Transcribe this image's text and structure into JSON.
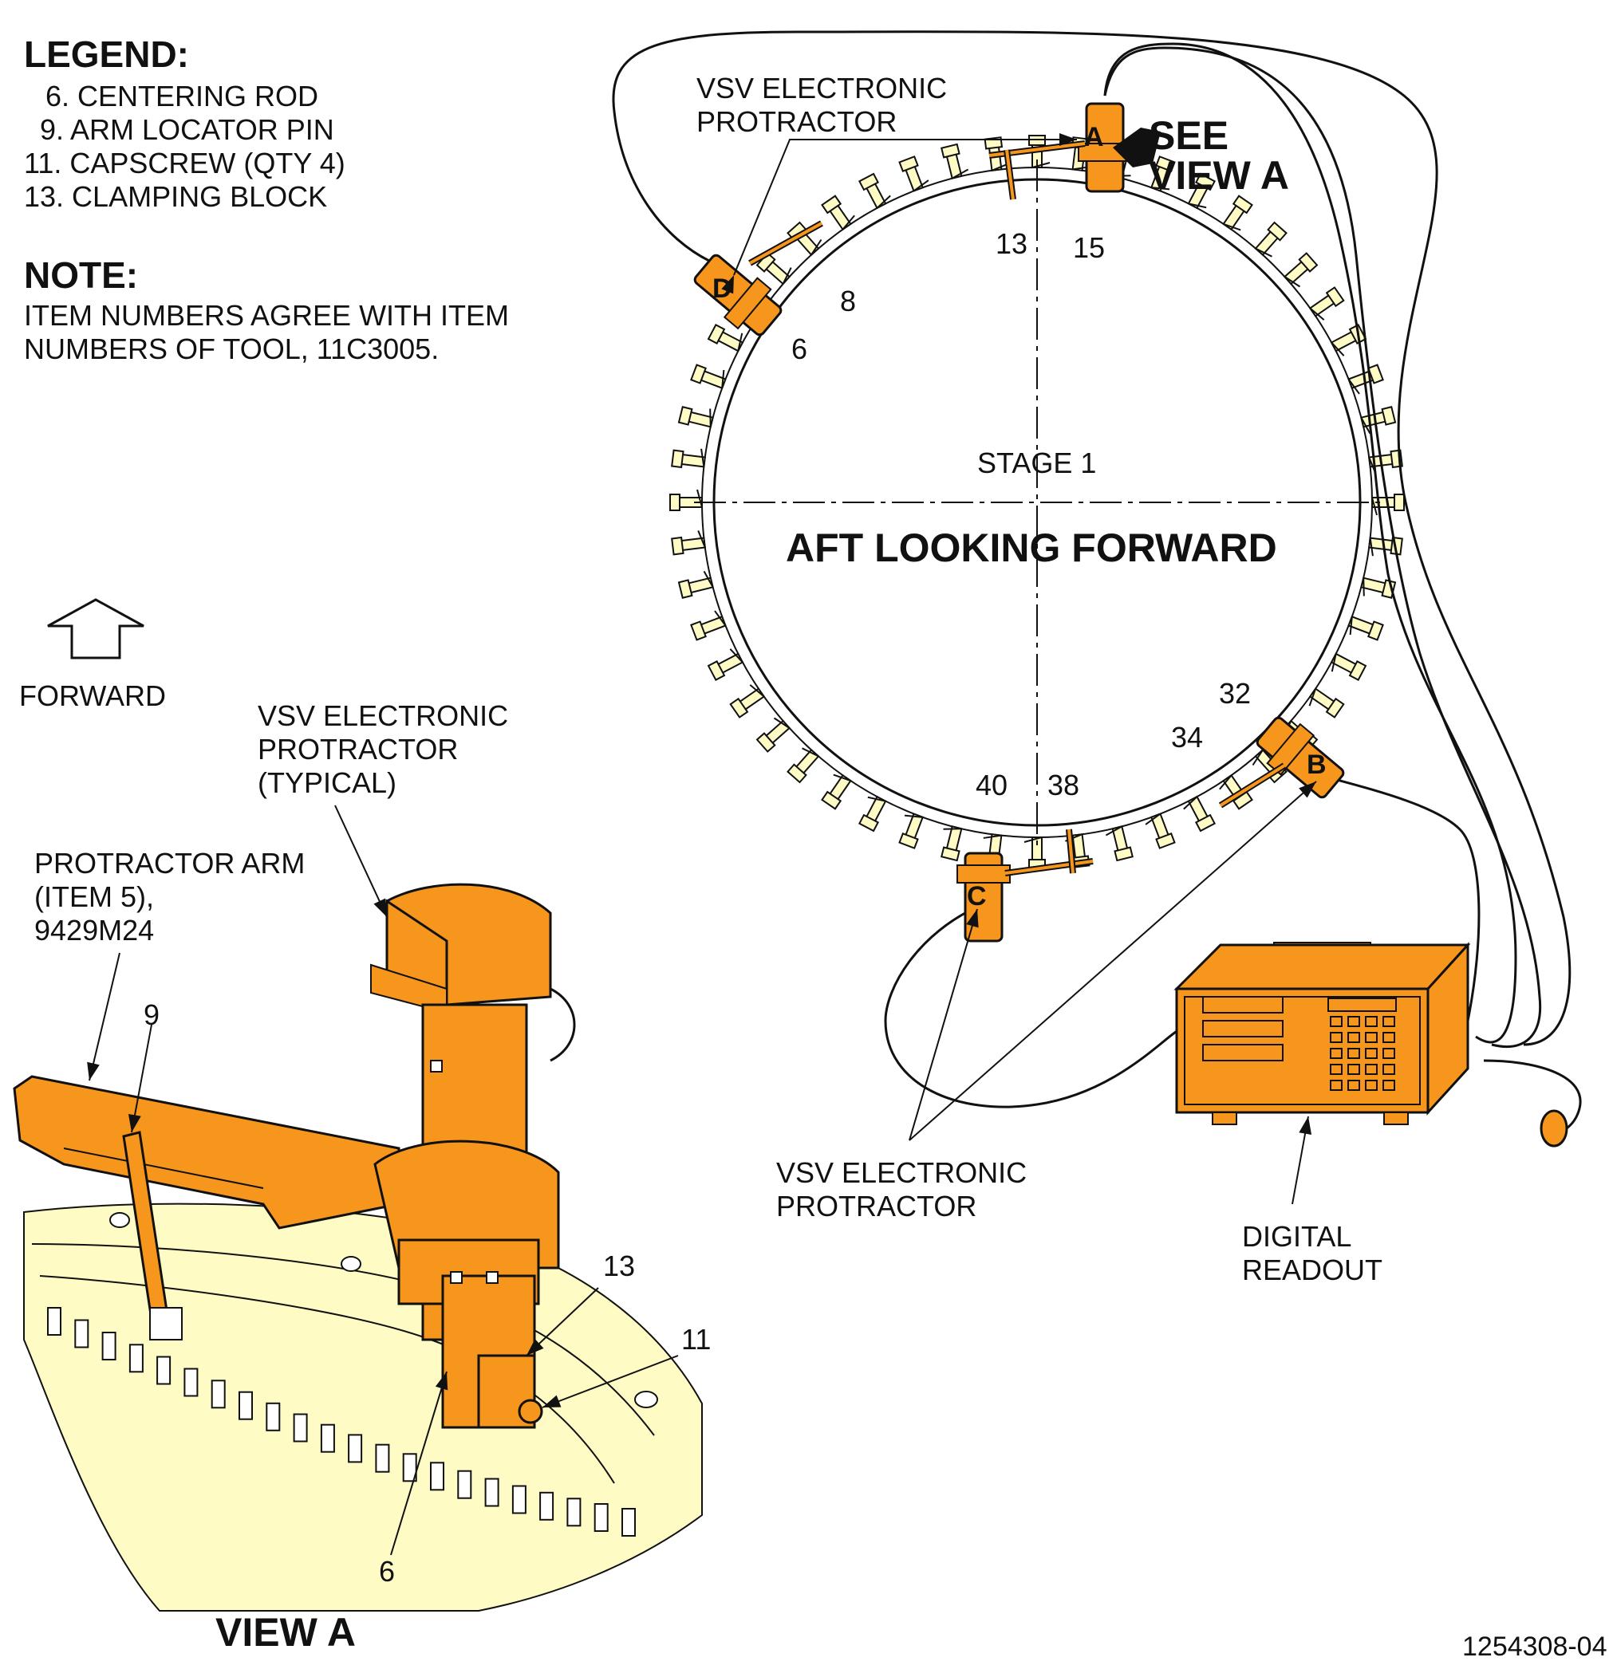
{
  "legend": {
    "heading": "LEGEND:",
    "items": [
      "6. CENTERING ROD",
      "9. ARM LOCATOR PIN",
      "11. CAPSCREW (QTY 4)",
      "13. CLAMPING BLOCK"
    ]
  },
  "note": {
    "heading": "NOTE:",
    "lines": [
      "ITEM NUMBERS AGREE WITH ITEM",
      "NUMBERS OF TOOL, 11C3005."
    ]
  },
  "forward_label": "FORWARD",
  "main_view": {
    "title": "AFT LOOKING FORWARD",
    "stage_label": "STAGE 1",
    "see_view": [
      "SEE",
      "VIEW A"
    ],
    "vane_numbers": [
      "13",
      "15",
      "8",
      "6",
      "32",
      "34",
      "40",
      "38"
    ],
    "protractor_letters": [
      "A",
      "B",
      "C",
      "D"
    ],
    "protractor_label_top": [
      "VSV ELECTRONIC",
      "PROTRACTOR"
    ],
    "protractor_label_bottom": [
      "VSV ELECTRONIC",
      "PROTRACTOR"
    ],
    "readout_label": [
      "DIGITAL",
      "READOUT"
    ]
  },
  "view_a": {
    "title": "VIEW A",
    "protractor_label": [
      "VSV ELECTRONIC",
      "PROTRACTOR",
      "(TYPICAL)"
    ],
    "arm_label": [
      "PROTRACTOR ARM",
      "(ITEM 5),",
      "9429M24"
    ],
    "callouts": [
      "9",
      "13",
      "11",
      "6"
    ]
  },
  "figure_id": "1254308-04",
  "colors": {
    "tool_orange": "#F7961C",
    "engine_yellow": "#FFFBC4",
    "line": "#111111"
  }
}
